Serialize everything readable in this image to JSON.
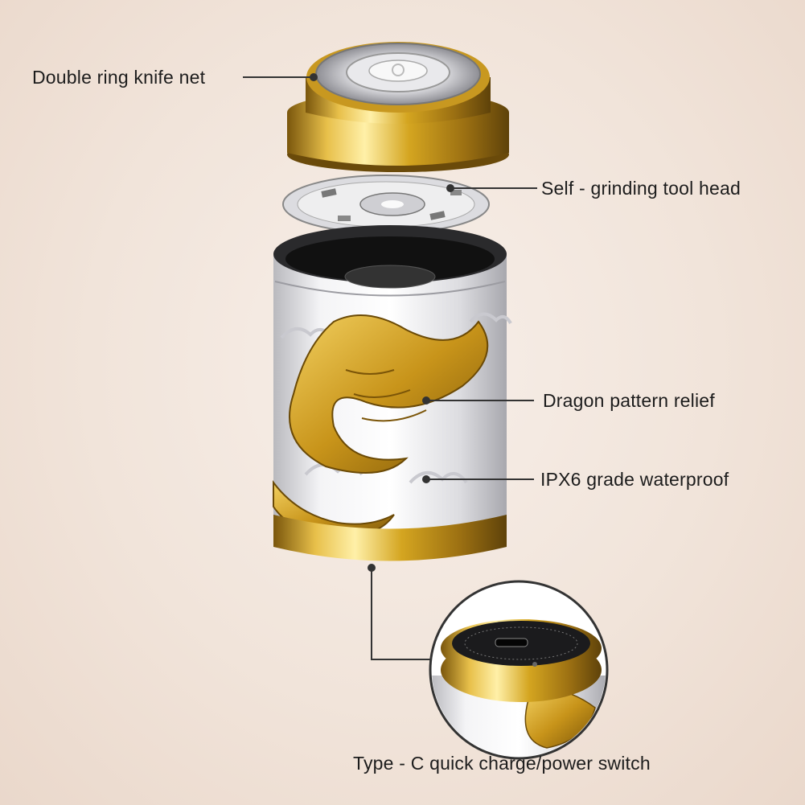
{
  "callouts": {
    "knife_net": "Double ring knife net",
    "tool_head": "Self - grinding tool head",
    "dragon": "Dragon pattern relief",
    "waterproof": "IPX6 grade waterproof",
    "type_c": "Type - C quick charge/power switch"
  },
  "icons": {
    "shaver": "dragon-shaver-icon",
    "blade": "cutter-blade-icon",
    "inset": "charging-port-inset-icon"
  },
  "colors": {
    "gold": "#d4a520",
    "gold_dark": "#8a6410",
    "silver": "#e9e9ec",
    "leader": "#333333"
  }
}
